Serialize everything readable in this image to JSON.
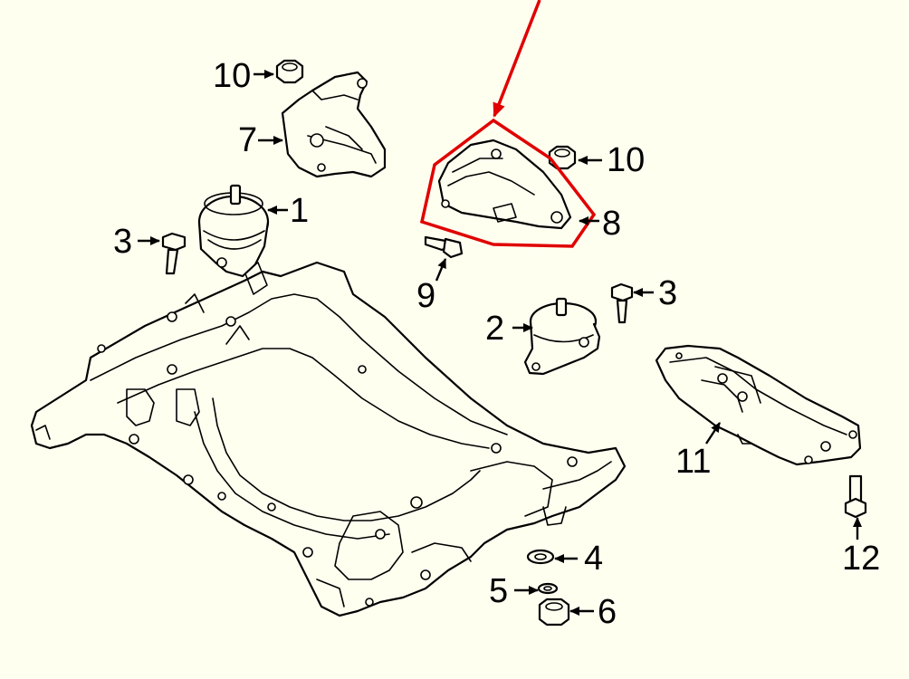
{
  "diagram": {
    "highlight_color": "#e00000",
    "callouts": [
      {
        "id": "c10a",
        "label": "10"
      },
      {
        "id": "c7",
        "label": "7"
      },
      {
        "id": "c1",
        "label": "1"
      },
      {
        "id": "c3a",
        "label": "3"
      },
      {
        "id": "c10b",
        "label": "10"
      },
      {
        "id": "c8",
        "label": "8"
      },
      {
        "id": "c9",
        "label": "9"
      },
      {
        "id": "c3b",
        "label": "3"
      },
      {
        "id": "c2",
        "label": "2"
      },
      {
        "id": "c11",
        "label": "11"
      },
      {
        "id": "c12",
        "label": "12"
      },
      {
        "id": "c4",
        "label": "4"
      },
      {
        "id": "c5",
        "label": "5"
      },
      {
        "id": "c6",
        "label": "6"
      }
    ]
  }
}
